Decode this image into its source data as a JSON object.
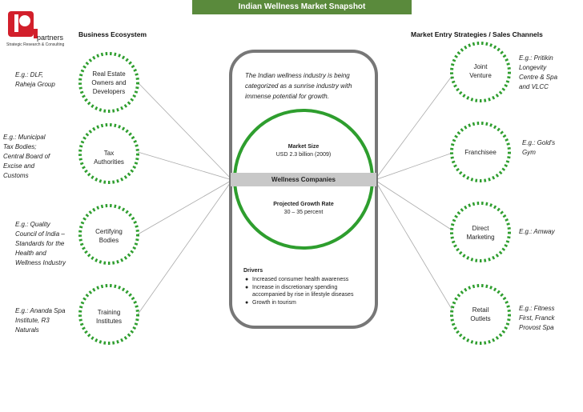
{
  "title": "Indian Wellness Market Snapshot",
  "logo": {
    "brand": "partners",
    "tagline": "Strategic Research & Consulting"
  },
  "left_heading": "Business Ecosystem",
  "right_heading": "Market Entry Strategies / Sales Channels",
  "left_nodes": [
    {
      "label_lines": [
        "Real Estate",
        "Owners and",
        "Developers"
      ],
      "example_lines": [
        "E.g.: DLF,",
        "Raheja Group"
      ]
    },
    {
      "label_lines": [
        "Tax",
        "Authorities"
      ],
      "example_lines": [
        "E.g.: Municipal",
        "Tax Bodies;",
        "Central Board of",
        "Excise and",
        "Customs"
      ]
    },
    {
      "label_lines": [
        "Certifying",
        "Bodies"
      ],
      "example_lines": [
        "E.g.: Quality",
        "Council of India –",
        "Standards for the",
        "Health and",
        "Wellness Industry"
      ]
    },
    {
      "label_lines": [
        "Training",
        "Institutes"
      ],
      "example_lines": [
        "E.g.: Ananda Spa",
        "Institute, R3",
        "Naturals"
      ]
    }
  ],
  "right_nodes": [
    {
      "label_lines": [
        "Joint",
        "Venture"
      ],
      "example_lines": [
        "E.g.: Pritikin",
        "Longevity",
        "Centre & Spa",
        "and VLCC"
      ]
    },
    {
      "label_lines": [
        "Franchisee"
      ],
      "example_lines": [
        "E.g.: Gold's",
        "Gym"
      ]
    },
    {
      "label_lines": [
        "Direct",
        "Marketing"
      ],
      "example_lines": [
        "E.g.: Amway"
      ]
    },
    {
      "label_lines": [
        "Retail",
        "Outlets"
      ],
      "example_lines": [
        "E.g.: Fitness",
        "First, Franck",
        "Provost Spa"
      ]
    }
  ],
  "center": {
    "intro_lines": [
      "The Indian wellness industry is being",
      "categorized as a sunrise industry with",
      "immense potential for growth."
    ],
    "market_size_title": "Market Size",
    "market_size_value": "USD 2.3 billion (2009)",
    "band_label": "Wellness Companies",
    "growth_title": "Projected Growth Rate",
    "growth_value": "30 – 35 percent",
    "drivers_title": "Drivers",
    "drivers": [
      {
        "lines": [
          "Increased consumer health awareness"
        ]
      },
      {
        "lines": [
          "Increase in discretionary spending",
          "accompanied by rise in lifestyle diseases"
        ]
      },
      {
        "lines": [
          "Growth in tourism"
        ]
      }
    ]
  },
  "colors": {
    "green": "#2e9e2e",
    "title_bar": "#5a8a3c",
    "logo_red": "#d21f2b",
    "band": "#c8c8c8",
    "frame": "#777777"
  }
}
